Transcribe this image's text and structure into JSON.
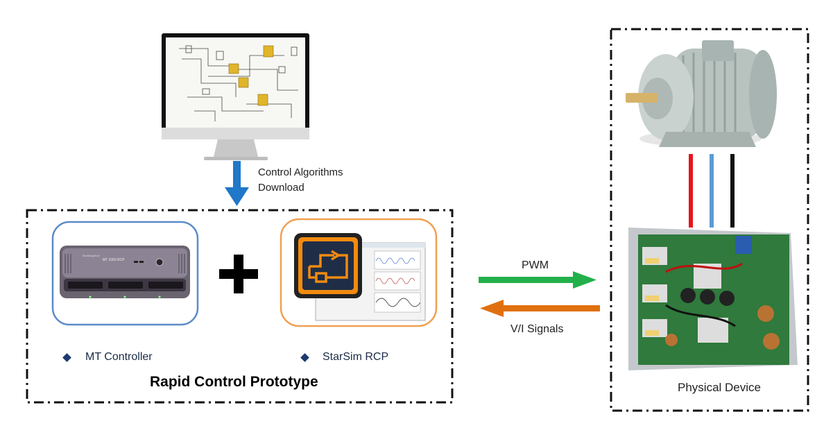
{
  "download": {
    "line1": "Control Algorithms",
    "line2": "Download"
  },
  "rcp": {
    "title": "Rapid Control Prototype",
    "items": [
      {
        "label": "MT Controller"
      },
      {
        "label": "StarSim RCP"
      }
    ],
    "controller_face": {
      "brand": "ModelingTech",
      "model": "MT 1050 RCP"
    }
  },
  "signals": {
    "pwm": "PWM",
    "vi": "V/I Signals"
  },
  "device": {
    "title": "Physical Device"
  },
  "colors": {
    "download_arrow": "#1f78c8",
    "pwm_arrow": "#22b04b",
    "vi_arrow": "#e0700f",
    "controller_frame": "#5b8bc7",
    "software_frame": "#f0a050",
    "wire_red": "#e8141c",
    "wire_blue": "#5b9bd5",
    "wire_black": "#111111"
  }
}
